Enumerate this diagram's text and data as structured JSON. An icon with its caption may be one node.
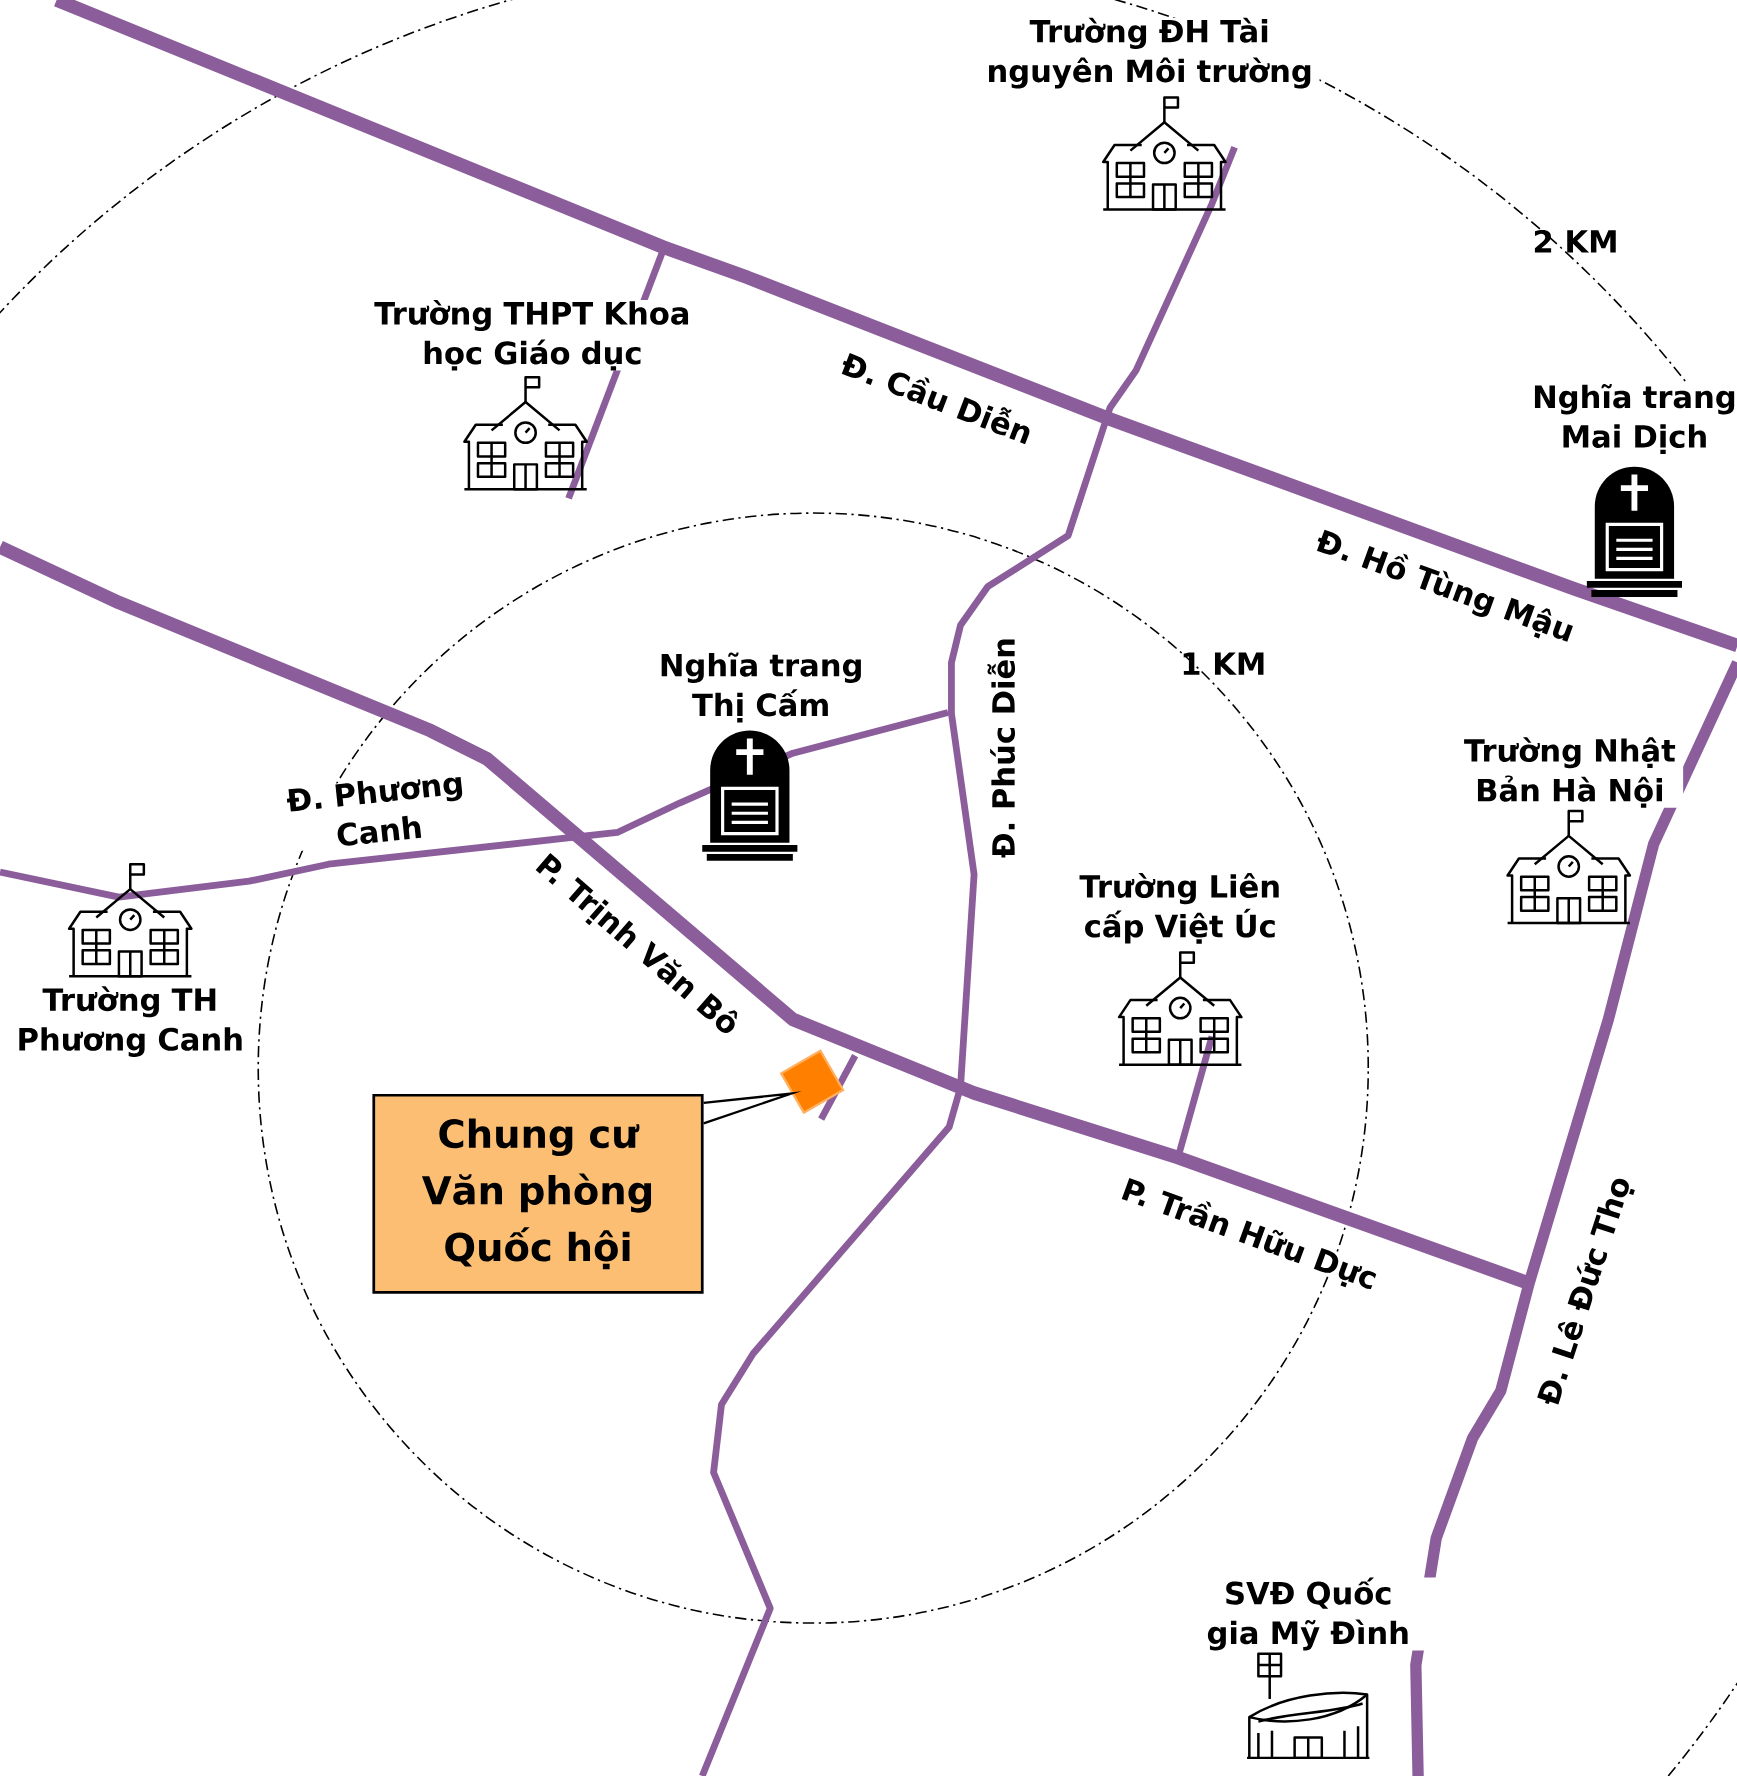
{
  "diagram": {
    "nodes": [
      {
        "text": [
          "Chung cư Văn phòng Quốc hội"
        ]
      },
      {
        "text": [],
        "shape": "box"
      }
    ],
    "edges": [
      {
        "from": 0,
        "to": 1,
        "arrow": "none"
      }
    ],
    "labels": [
      "Trường ĐH Tài nguyên Môi trường",
      "2 KM",
      "Trường THPT Khoa học Giáo dục",
      "Đ. Cầu Diễn",
      "Nghĩa trang Mai Dịch",
      "Đ. Hồ Tùng Mậu",
      "1 KM",
      "Nghĩa trang Thị Cấm",
      "Đ. Phúc Diễn",
      "Trường Nhật Bản Hà Nội",
      "Đ. Phương Canh",
      "P. Trịnh Văn Bô",
      "Trường Liên cấp Việt Úc",
      "Trường TH Phương Canh",
      "P. Trần Hữu Dực",
      "Đ. Lê Đức Thọ",
      "SVĐ Quốc gia Mỹ Đình"
    ]
  }
}
